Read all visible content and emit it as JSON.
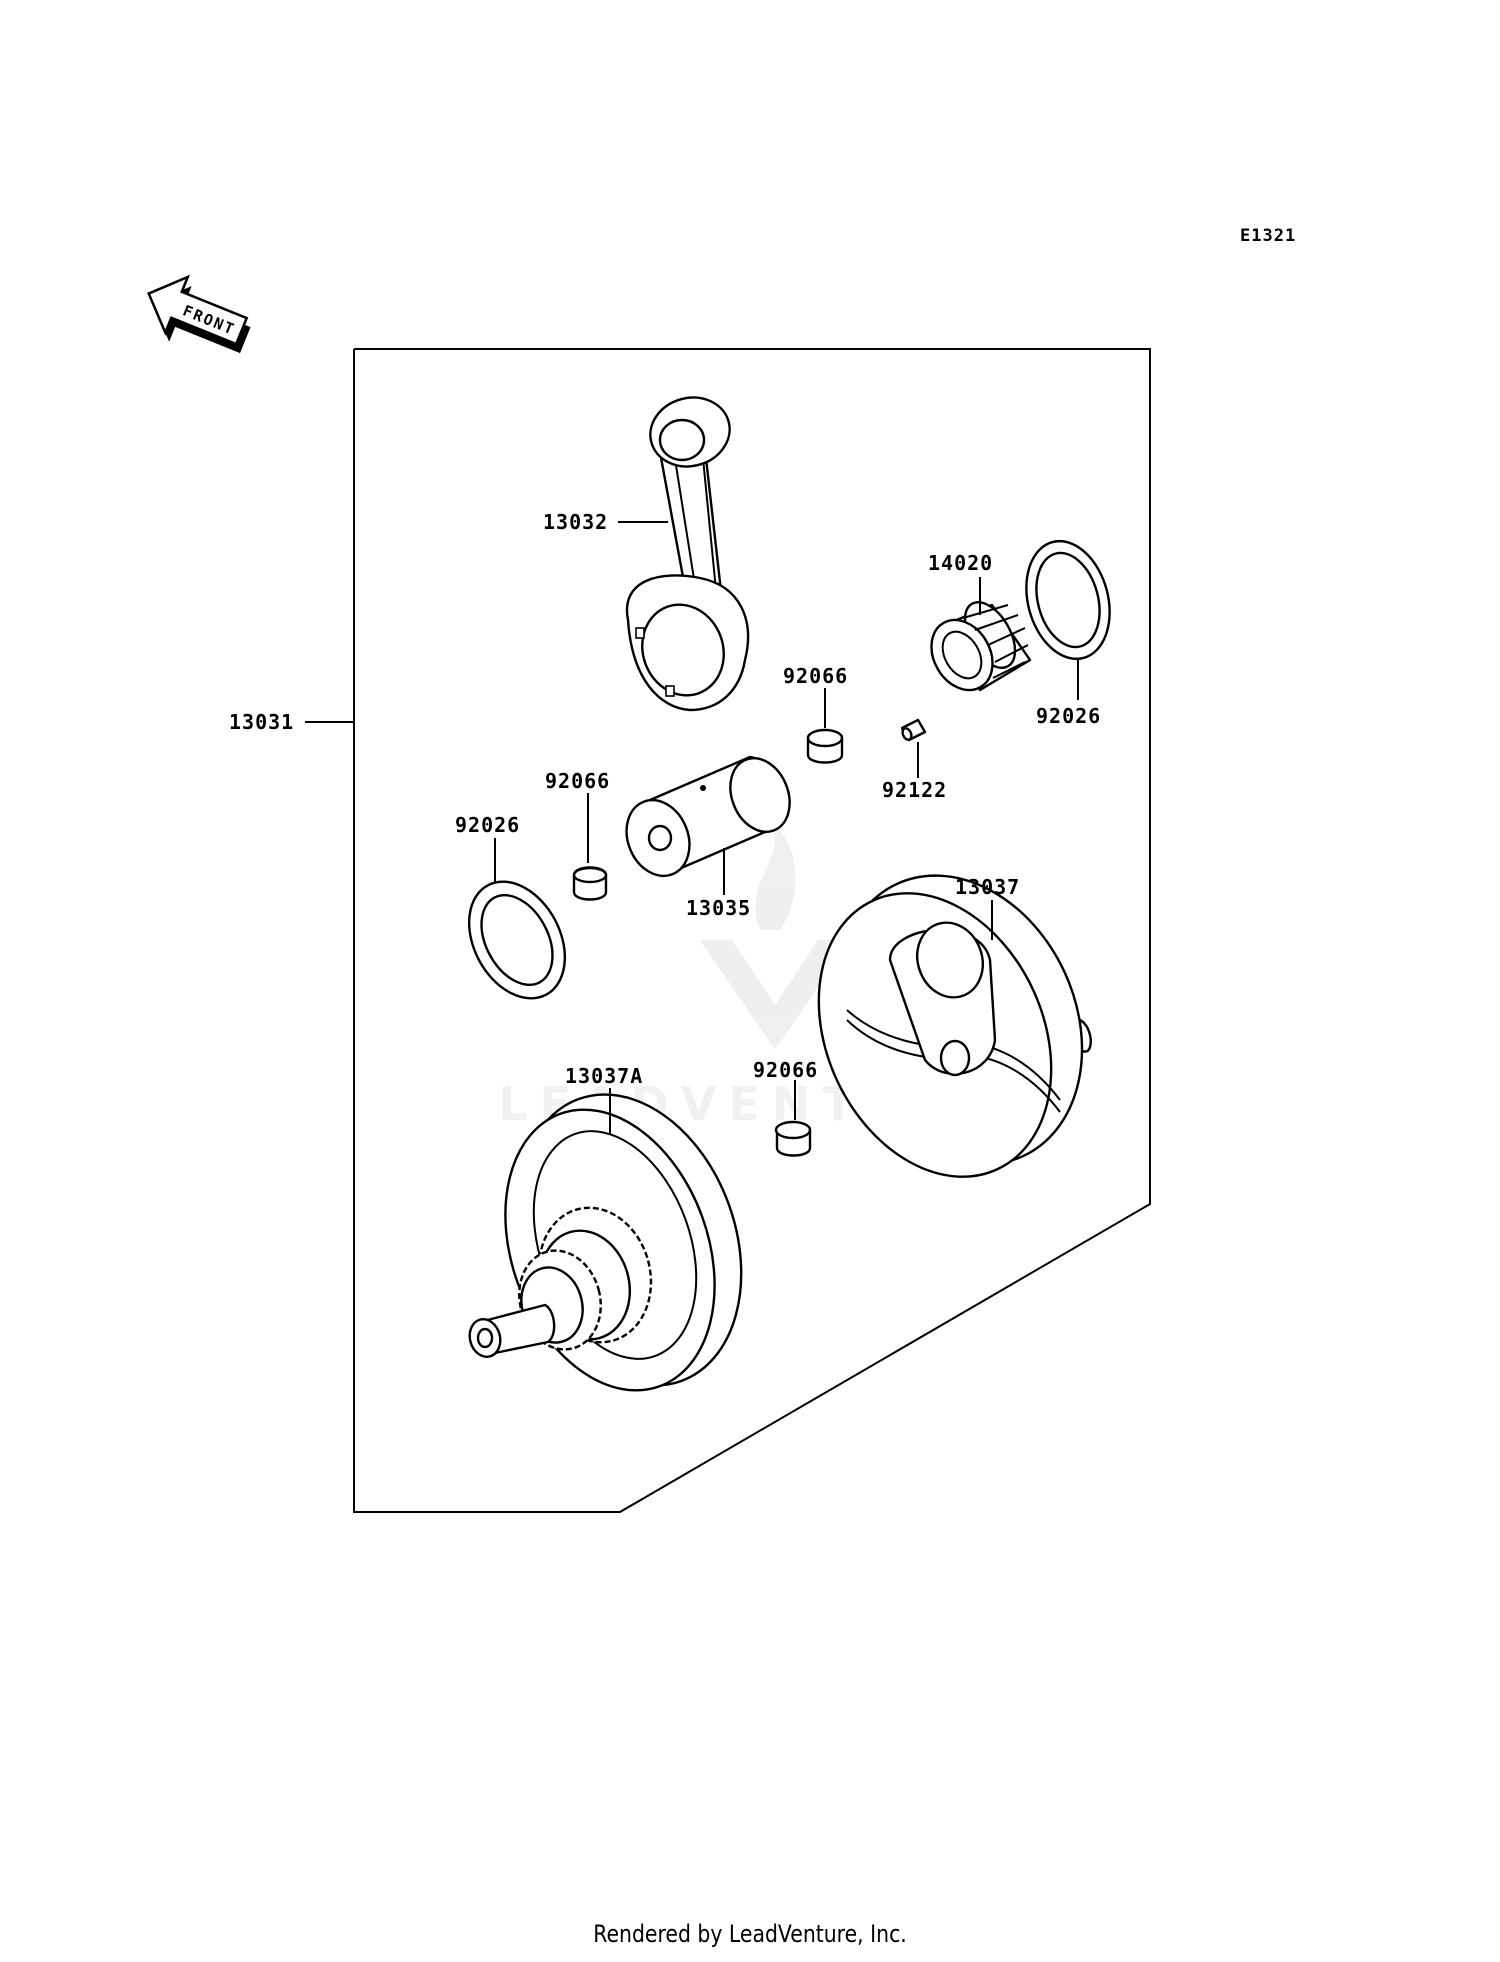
{
  "diagram": {
    "ref_code": "E1321",
    "direction_label": "FRONT",
    "watermark": "LEADVENTURE",
    "footer": "Rendered by LeadVenture, Inc.",
    "parts": {
      "crankshaft_assy": "13031",
      "connecting_rod": "13032",
      "crankpin": "13035",
      "crank_flywheel_right": "13037",
      "crank_flywheel_left": "13037A",
      "needle_bearing": "14020",
      "washer_right": "92026",
      "washer_left": "92026",
      "bushing_upper": "92066",
      "bushing_left": "92066",
      "bushing_lower": "92066",
      "pin": "92122"
    }
  }
}
